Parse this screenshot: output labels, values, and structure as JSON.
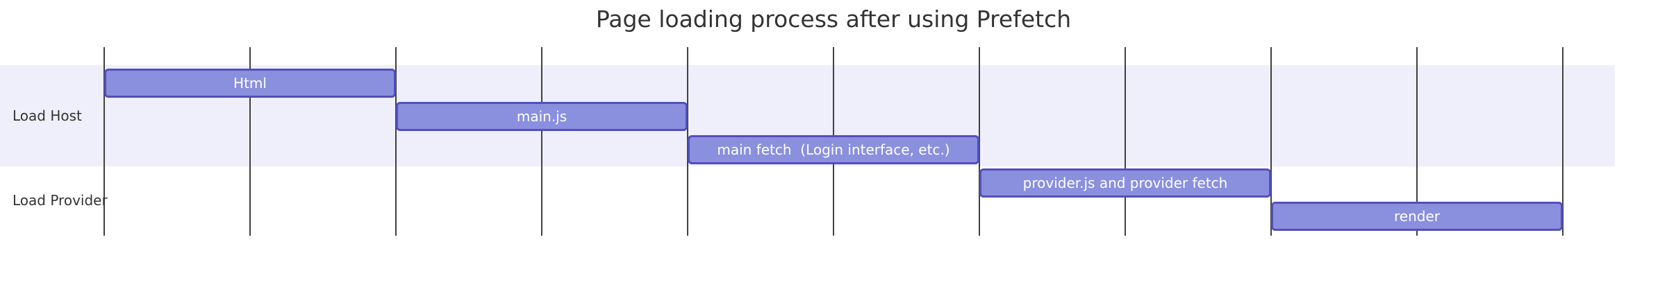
{
  "title": {
    "text": "Page loading process after using Prefetch",
    "color": "#333333"
  },
  "colors": {
    "background": "#ffffff",
    "task_fill": "#8a90dd",
    "task_border": "#534fbc",
    "task_text": "#ffffff",
    "section_band": "#efeffb",
    "grid_line": "#404040",
    "label_text": "#333333"
  },
  "chart_data": {
    "type": "gantt",
    "title": "Page loading process after using Prefetch",
    "orientation": "horizontal",
    "x_axis": {
      "range": [
        0,
        10
      ],
      "grid_interval": 1,
      "grid_lines": 11,
      "tick_labels_visible": false
    },
    "legend": false,
    "sections": [
      {
        "name": "Load Host",
        "band_color": "#efeffb",
        "tasks": [
          {
            "label": "Html",
            "start": 0,
            "end": 2
          },
          {
            "label": "main.js",
            "start": 2,
            "end": 4
          },
          {
            "label": "main fetch  (Login interface, etc.)",
            "start": 4,
            "end": 6
          }
        ]
      },
      {
        "name": "Load Provider",
        "band_color": "#ffffff",
        "tasks": [
          {
            "label": "provider.js and provider fetch",
            "start": 6,
            "end": 8
          },
          {
            "label": "render",
            "start": 8,
            "end": 10
          }
        ]
      }
    ]
  }
}
